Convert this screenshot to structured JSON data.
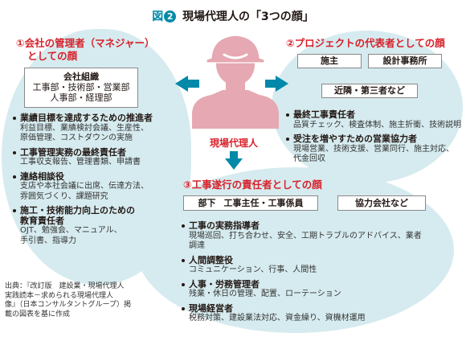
{
  "title": {
    "fig": "図",
    "num": "2",
    "text": "現場代理人の「3つの顔」"
  },
  "center": {
    "label": "現場代理人"
  },
  "section1": {
    "heading_line1": "①会社の管理者（マネジャー）",
    "heading_line2": "としての顔",
    "org_box": {
      "title": "会社組織",
      "line1": "工事部・技術部・営業部",
      "line2": "人事部・経理部"
    },
    "items": [
      {
        "head": "業績目標を達成するための推進者",
        "desc1": "利益目標、業績検討会議、生産性、",
        "desc2": "原価管理、コストダウンの実施"
      },
      {
        "head": "工事管理実務の最終責任者",
        "desc1": "工事収支報告、管理書類、申請書",
        "desc2": ""
      },
      {
        "head": "連絡相談役",
        "desc1": "支店や本社会議に出席、伝達方法、",
        "desc2": "雰囲気づくり、課題研究"
      },
      {
        "head": "施工・技術能力向上のための",
        "head2": "教育責任者",
        "desc1": "OJT、勉強会、マニュアル、",
        "desc2": "手引書、指導力"
      }
    ]
  },
  "section2": {
    "heading": "②プロジェクトの代表者としての顔",
    "boxes": {
      "owner": "施主",
      "designer": "設計事務所",
      "neighbors": "近隣・第三者など"
    },
    "items": [
      {
        "head": "最終工事責任者",
        "desc1": "品質チェック、検査体制、施主折衝、技術説明",
        "desc2": ""
      },
      {
        "head": "受注を増やすための営業協力者",
        "desc1": "現場営業、技術支援、営業同行、施主対応、",
        "desc2": "代金回収"
      }
    ]
  },
  "section3": {
    "heading": "③工事遂行の責任者としての顔",
    "boxes": {
      "staff_label": "部下",
      "staff_detail": "工事主任・工事係員",
      "partner": "協力会社など"
    },
    "items": [
      {
        "head": "工事の実務指導者",
        "desc1": "現場巡回、打ち合わせ、安全、工期トラブルのアドバイス、業者調達"
      },
      {
        "head": "人間調整役",
        "desc1": "コミュニケーション、行事、人間性"
      },
      {
        "head": "人事・労務管理者",
        "desc1": "残業・休日の管理、配置、ローテーション"
      },
      {
        "head": "現場経営者",
        "desc1": "税務対策、建設業法対応、資金繰り、資機材運用"
      }
    ]
  },
  "caption": {
    "line1": "出典：『改訂版　建設業・現場代理人",
    "line2": "実践読本－求められる現場代理人",
    "line3": "像』（日本コンサルタントグループ）掲",
    "line4": "載の図表を基に作成"
  },
  "colors": {
    "accent": "#0089a8",
    "red": "#d7222b",
    "blob": "#d6ebef",
    "figure": "#e6a8b2"
  }
}
